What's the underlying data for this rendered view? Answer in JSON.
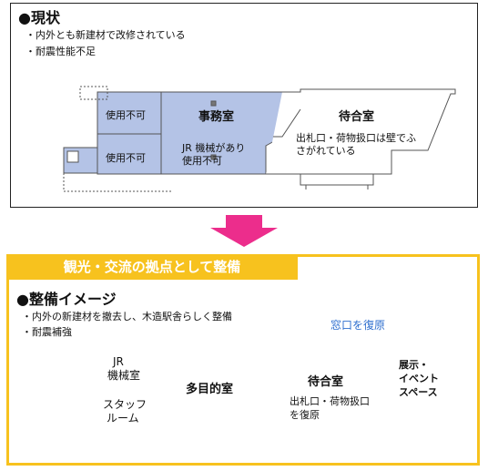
{
  "current": {
    "heading": "●現状",
    "bullets": [
      "・内外とも新建材で改修されている",
      "・耐震性能不足"
    ],
    "rooms": {
      "unusable_1": "使用不可",
      "unusable_2": "使用不可",
      "office": "事務室",
      "office_note_1": "JR 機械があり",
      "office_note_2": "使用不可",
      "waiting": "待合室",
      "waiting_note_1": "出札口・荷物扱口は壁でふ",
      "waiting_note_2": "さがれている"
    }
  },
  "banner": {
    "text": "観光・交流の拠点として整備"
  },
  "plan": {
    "heading": "●整備イメージ",
    "bullets": [
      "・内外の新建材を撤去し、木造駅舎らしく整備",
      "・耐震補強"
    ],
    "callout": "窓口を復原",
    "rooms": {
      "jr_1": "JR",
      "jr_2": "機械室",
      "staff_1": "スタッフ",
      "staff_2": "ルーム",
      "multi": "多目的室",
      "waiting": "待合室",
      "waiting_note_1": "出札口・荷物扱口",
      "waiting_note_2": "を復原",
      "exhibit_1": "展示・",
      "exhibit_2": "イベント",
      "exhibit_3": "スペース"
    }
  },
  "colors": {
    "office_blue": "#b4c3e6",
    "jr_blue": "#a8c0e8",
    "multi_orange": "#f9cf72",
    "staff_yellow": "#fbf07a",
    "exhibit_gold": "#f3c86a",
    "arrow_pink": "#ec2d8c",
    "banner_gold": "#f7c21e",
    "callout_blue": "#2f6fcf"
  }
}
